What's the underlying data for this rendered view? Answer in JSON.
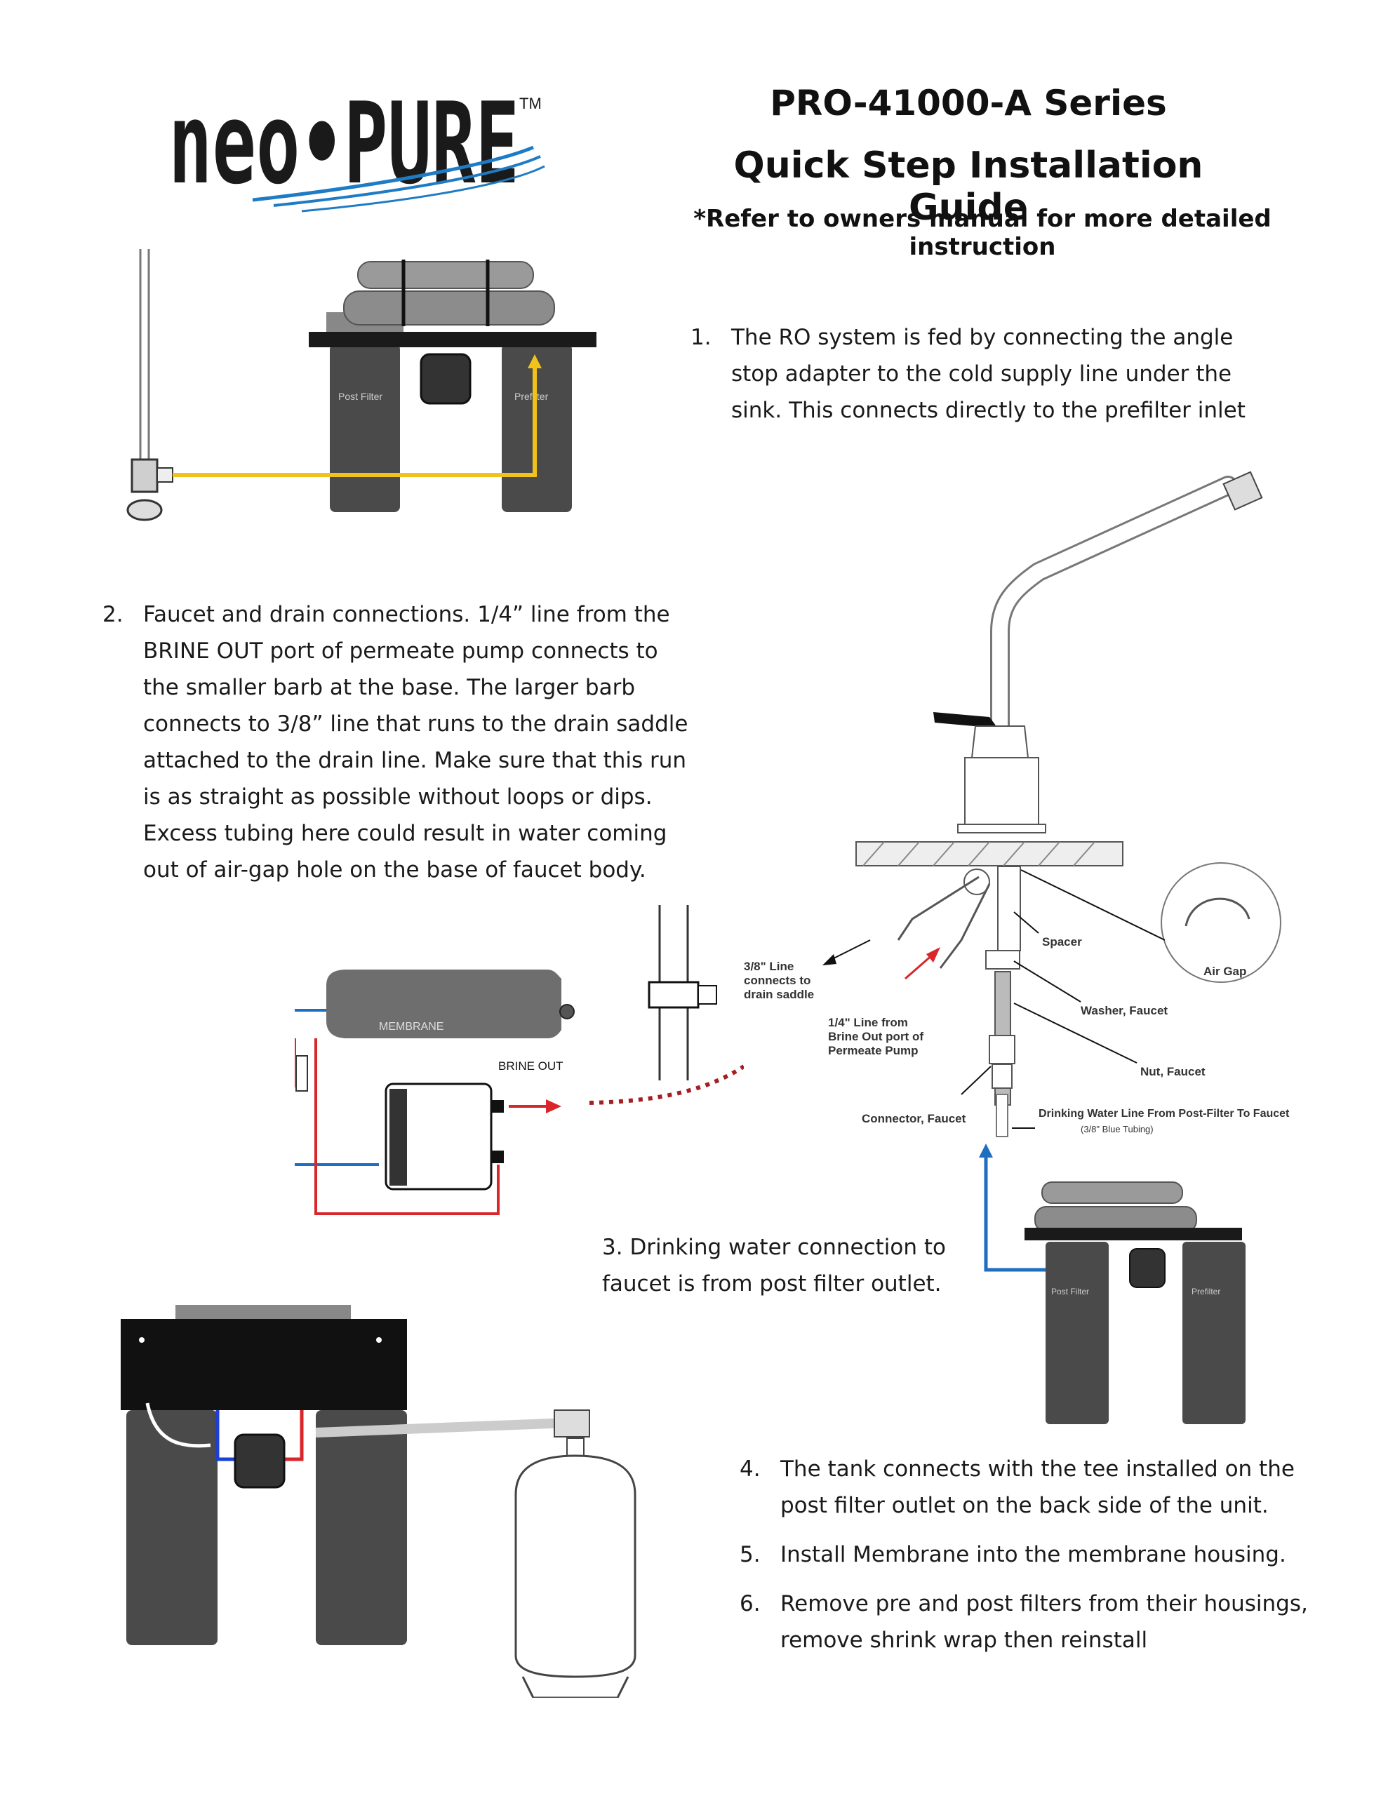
{
  "brand": {
    "logo_text": "neo•PURE",
    "trademark": "TM"
  },
  "header": {
    "line1": "PRO-41000-A Series",
    "line2": "Quick Step Installation Guide",
    "note": "*Refer to owners manual for more detailed instruction"
  },
  "steps": [
    {
      "number": "1.",
      "text": "The RO system is fed by connecting the angle stop adapter to the cold supply line under the sink.  This connects directly to the prefilter inlet"
    },
    {
      "number": "2.",
      "text": "Faucet and drain connections.  1/4” line from the BRINE OUT port of permeate pump connects to the smaller barb at the base.  The larger barb connects to 3/8” line that runs to the drain saddle attached to the drain line.  Make sure that this run is as straight as possible without loops or dips.  Excess tubing here could result in water coming out of air-gap hole on the base of faucet body."
    },
    {
      "number": "3.",
      "text": "Drinking water connection to faucet is from post filter outlet."
    },
    {
      "number": "4.",
      "text": "The tank connects with the tee installed on the post filter outlet on the back side of the unit."
    },
    {
      "number": "5.",
      "text": "Install Membrane into the membrane housing."
    },
    {
      "number": "6.",
      "text": "Remove pre and post filters from their housings, remove shrink wrap then reinstall"
    }
  ],
  "diagram_labels": {
    "post_filter": "Post Filter",
    "prefilter": "Prefilter",
    "membrane": "MEMBRANE",
    "brine_out": "BRINE OUT",
    "drain_line": "3/8\" Line connects to drain saddle",
    "brine_line": "1/4\" Line from Brine Out port of Permeate Pump",
    "spacer": "Spacer",
    "air_gap": "Air Gap",
    "washer": "Washer, Faucet",
    "nut": "Nut, Faucet",
    "connector": "Connector, Faucet",
    "drinking_line": "Drinking Water Line From Post-Filter To Faucet",
    "drinking_line_note": "(3/8\" Blue Tubing)"
  },
  "colors": {
    "supply_line": "#f1c21b",
    "blue_line": "#1f6fc0",
    "red_line": "#d9262b",
    "housing": "#4a4a4a",
    "logo_text": "#1a1a1a",
    "logo_swoosh": "#1e7bc4"
  }
}
